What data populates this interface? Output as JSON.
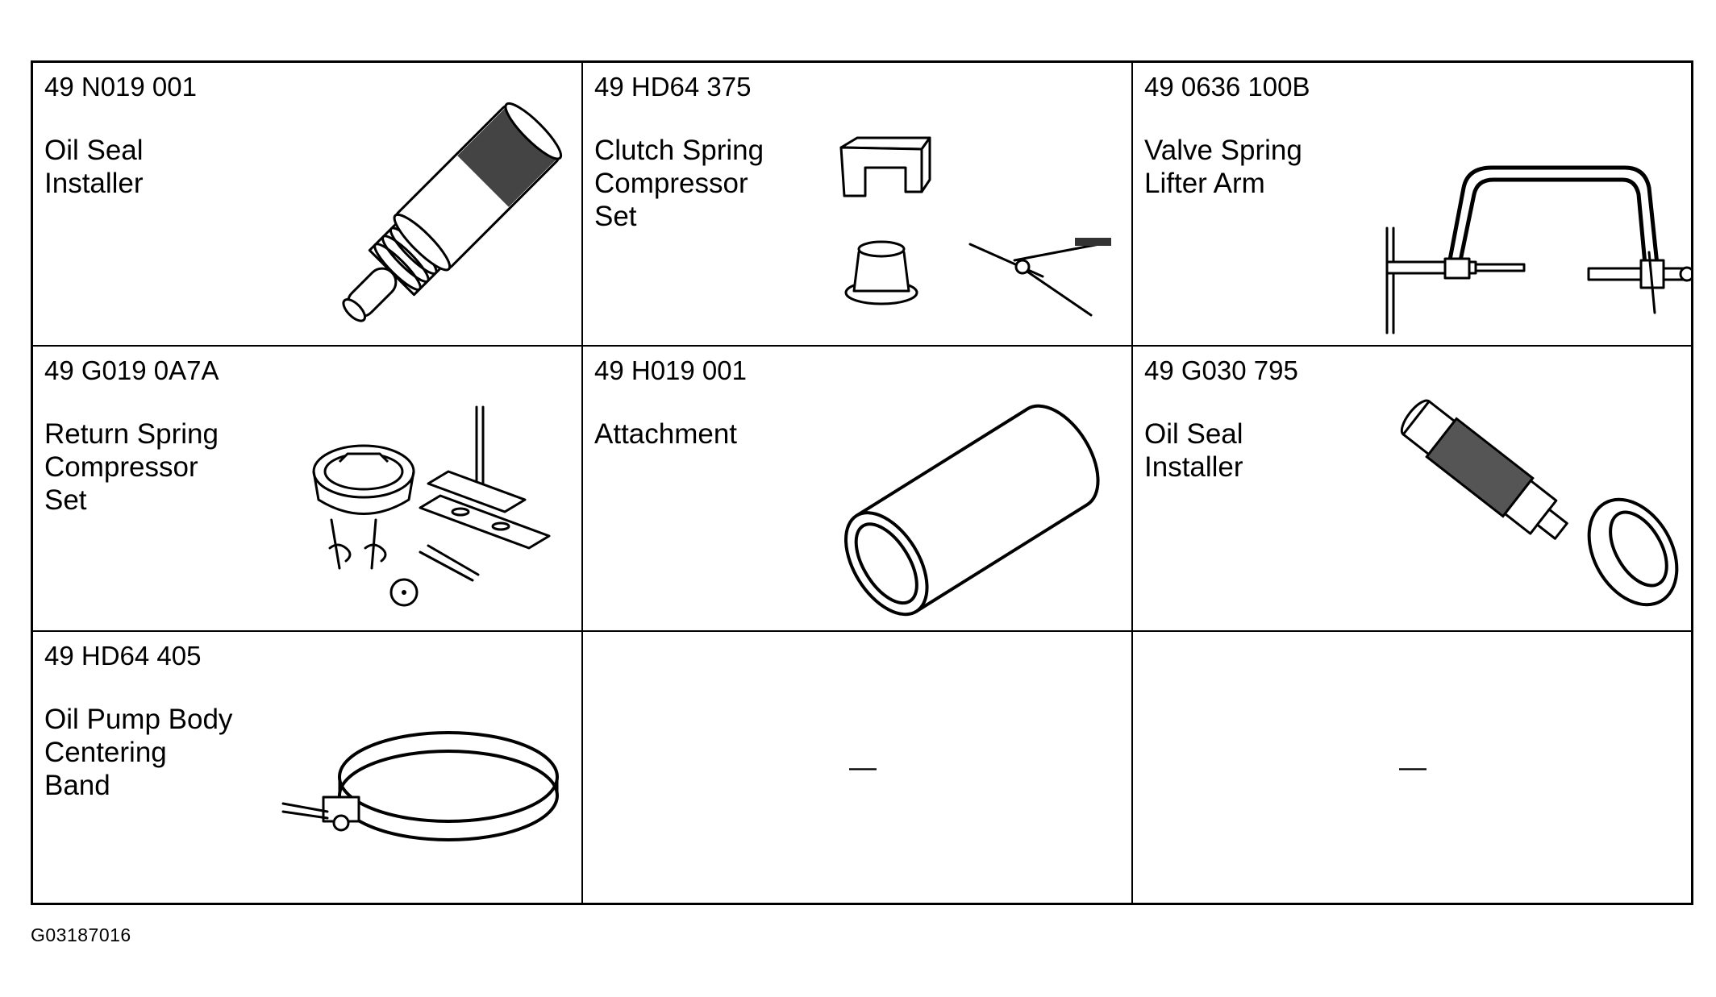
{
  "tools": [
    {
      "part_number": "49 N019 001",
      "description": "Oil Seal\nInstaller",
      "illustration": "oil-seal-installer-icon"
    },
    {
      "part_number": "49 HD64 375",
      "description": "Clutch Spring\nCompressor\nSet",
      "illustration": "clutch-spring-compressor-icon"
    },
    {
      "part_number": "49 0636 100B",
      "description": "Valve Spring\nLifter Arm",
      "illustration": "valve-spring-lifter-icon"
    },
    {
      "part_number": "49 G019 0A7A",
      "description": "Return Spring\nCompressor\nSet",
      "illustration": "return-spring-compressor-icon"
    },
    {
      "part_number": "49 H019 001",
      "description": "Attachment",
      "illustration": "attachment-sleeve-icon"
    },
    {
      "part_number": "49 G030 795",
      "description": "Oil Seal\nInstaller",
      "illustration": "oil-seal-installer-ring-icon"
    },
    {
      "part_number": "49 HD64 405",
      "description": "Oil Pump Body\nCentering\nBand",
      "illustration": "centering-band-icon"
    }
  ],
  "empty_cell_marks": [
    "—",
    "—"
  ],
  "figure_id": "G03187016"
}
